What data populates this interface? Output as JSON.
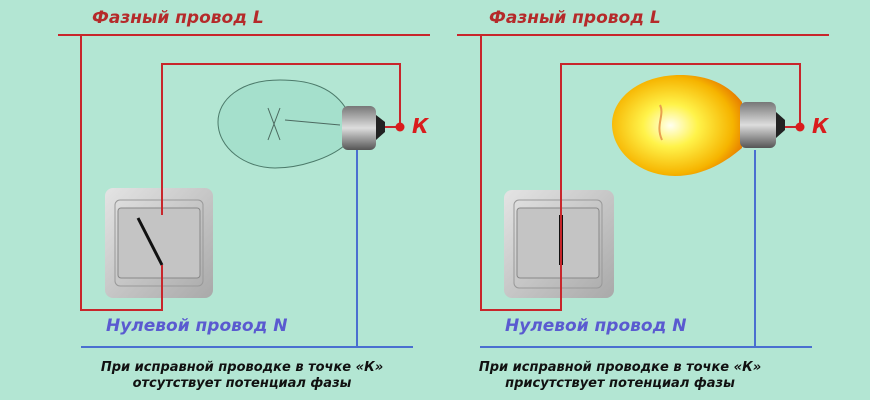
{
  "left": {
    "phase_label": "Фазный провод L",
    "neutral_label": "Нулевой провод N",
    "point_label": "К",
    "caption_line1": "При исправной проводке в точке «К»",
    "caption_line2": "отсутствует потенциал фазы",
    "switch_state": "off",
    "bulb_state": "off"
  },
  "right": {
    "phase_label": "Фазный провод L",
    "neutral_label": "Нулевой провод N",
    "point_label": "К",
    "caption_line1": "При исправной проводке в точке «К»",
    "caption_line2": "присутствует потенциал фазы",
    "switch_state": "on",
    "bulb_state": "on"
  },
  "colors": {
    "phase": "#c8262b",
    "neutral": "#4a6fd0",
    "background": "#b3e6d3"
  }
}
